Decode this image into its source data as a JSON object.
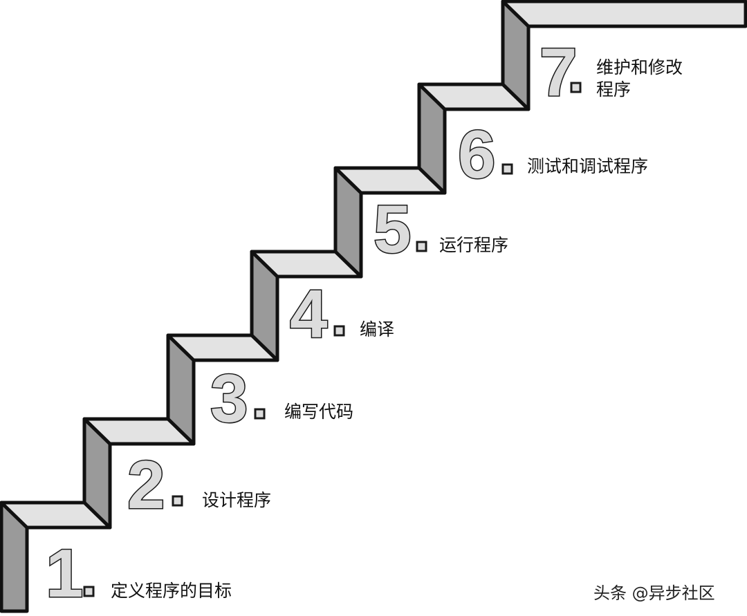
{
  "diagram": {
    "type": "staircase",
    "colors": {
      "tread": "#e3e3e3",
      "riser_side": "#9a9a9a",
      "outline": "#111111",
      "number_fill": "#dcdcdc"
    },
    "steps": [
      {
        "number": "1",
        "label": "定义程序的目标"
      },
      {
        "number": "2",
        "label": "设计程序"
      },
      {
        "number": "3",
        "label": "编写代码"
      },
      {
        "number": "4",
        "label": "编译"
      },
      {
        "number": "5",
        "label": "运行程序"
      },
      {
        "number": "6",
        "label": "测试和调试程序"
      },
      {
        "number": "7",
        "label_line1": "维护和修改",
        "label_line2": "程序"
      }
    ]
  },
  "watermark": "头条 @异步社区"
}
